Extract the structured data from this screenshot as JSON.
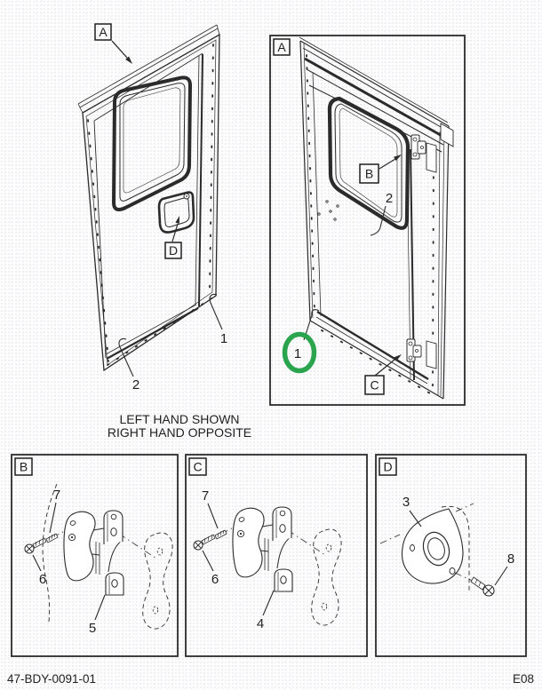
{
  "figure": {
    "note_line1": "LEFT HAND SHOWN",
    "note_line2": "RIGHT HAND OPPOSITE",
    "drawing_number": "47-BDY-0091-01",
    "page_code": "E08"
  },
  "main_view": {
    "view_tag": "A",
    "detail_ref_d": "D",
    "callout_1": "1",
    "callout_2": "2"
  },
  "assembly_view": {
    "view_tag": "A",
    "detail_ref_b": "B",
    "detail_ref_c": "C",
    "callout_1": "1",
    "callout_2": "2",
    "highlight_color": "#2ba44e"
  },
  "detail_b": {
    "tag": "B",
    "callout_5": "5",
    "callout_6": "6",
    "callout_7": "7"
  },
  "detail_c": {
    "tag": "C",
    "callout_4": "4",
    "callout_6": "6",
    "callout_7": "7"
  },
  "detail_d": {
    "tag": "D",
    "callout_3": "3",
    "callout_8": "8"
  }
}
